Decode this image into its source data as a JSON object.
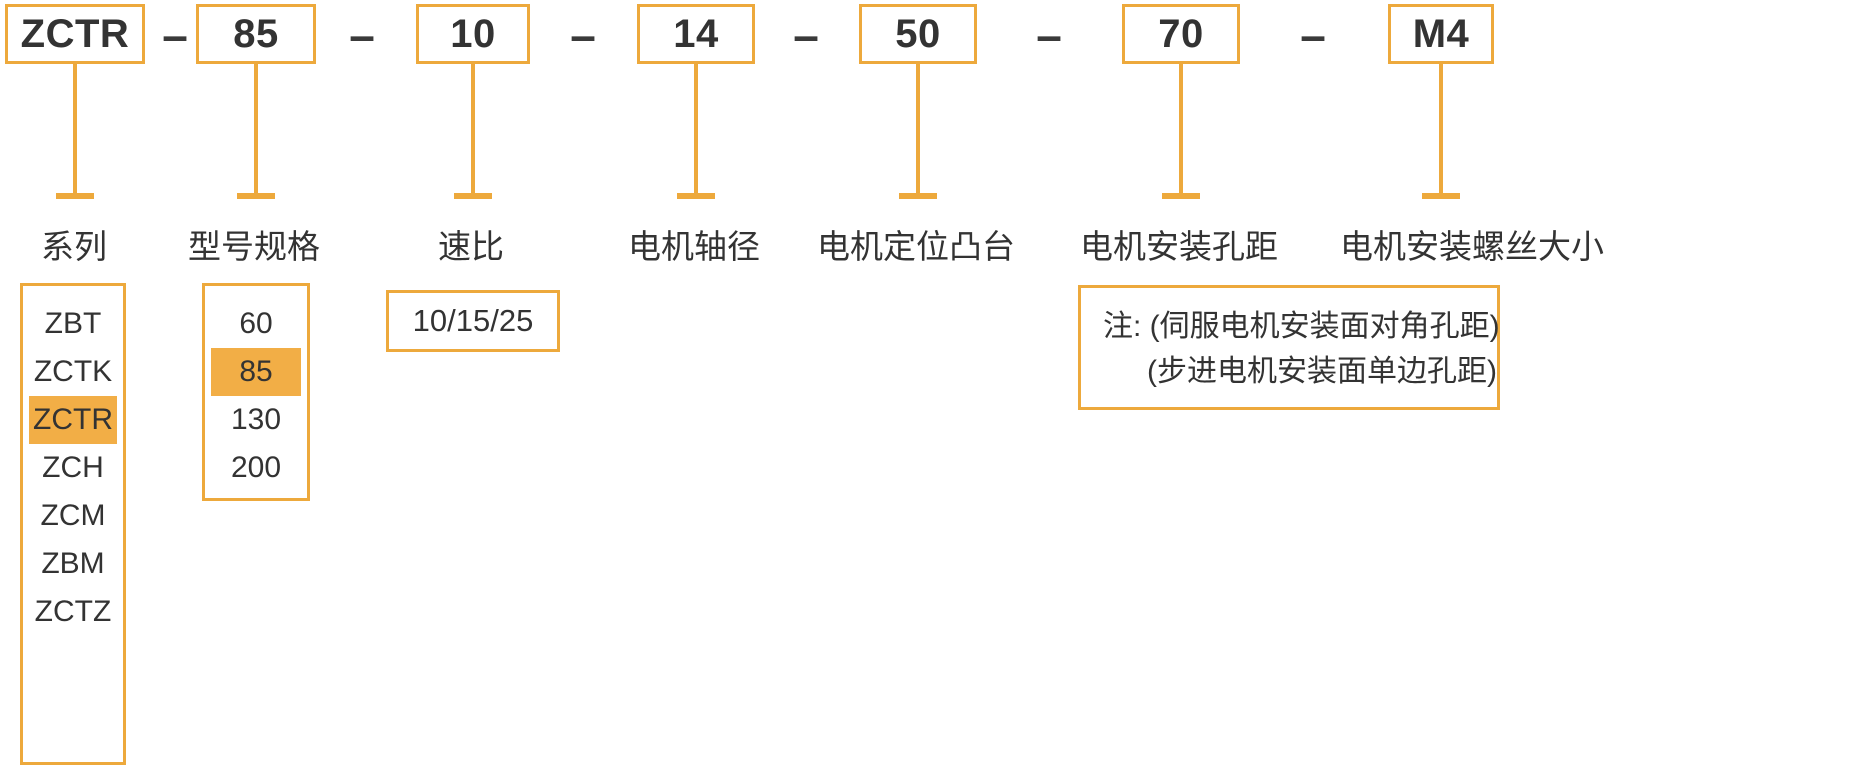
{
  "diagram": {
    "title": "ZCTR-85-10-14-50-70-M4 model code breakdown",
    "accent_color": "#EDA93C",
    "highlight_color": "#F2AE46",
    "text_color": "#333333",
    "separator": "–"
  },
  "code_segments": [
    {
      "value": "ZCTR",
      "label": "系列"
    },
    {
      "value": "85",
      "label": "型号规格"
    },
    {
      "value": "10",
      "label": "速比"
    },
    {
      "value": "14",
      "label": "电机轴径"
    },
    {
      "value": "50",
      "label": "电机定位凸台"
    },
    {
      "value": "70",
      "label": "电机安装孔距"
    },
    {
      "value": "M4",
      "label": "电机安装螺丝大小"
    }
  ],
  "series_options": {
    "items": [
      "ZBT",
      "ZCTK",
      "ZCTR",
      "ZCH",
      "ZCM",
      "ZBM",
      "ZCTZ"
    ],
    "selected": "ZCTR"
  },
  "size_options": {
    "items": [
      "60",
      "85",
      "130",
      "200"
    ],
    "selected": "85"
  },
  "ratio_options": {
    "value": "10/15/25"
  },
  "note": {
    "line1": "注: (伺服电机安装面对角孔距)",
    "line2": "(步进电机安装面单边孔距)"
  }
}
